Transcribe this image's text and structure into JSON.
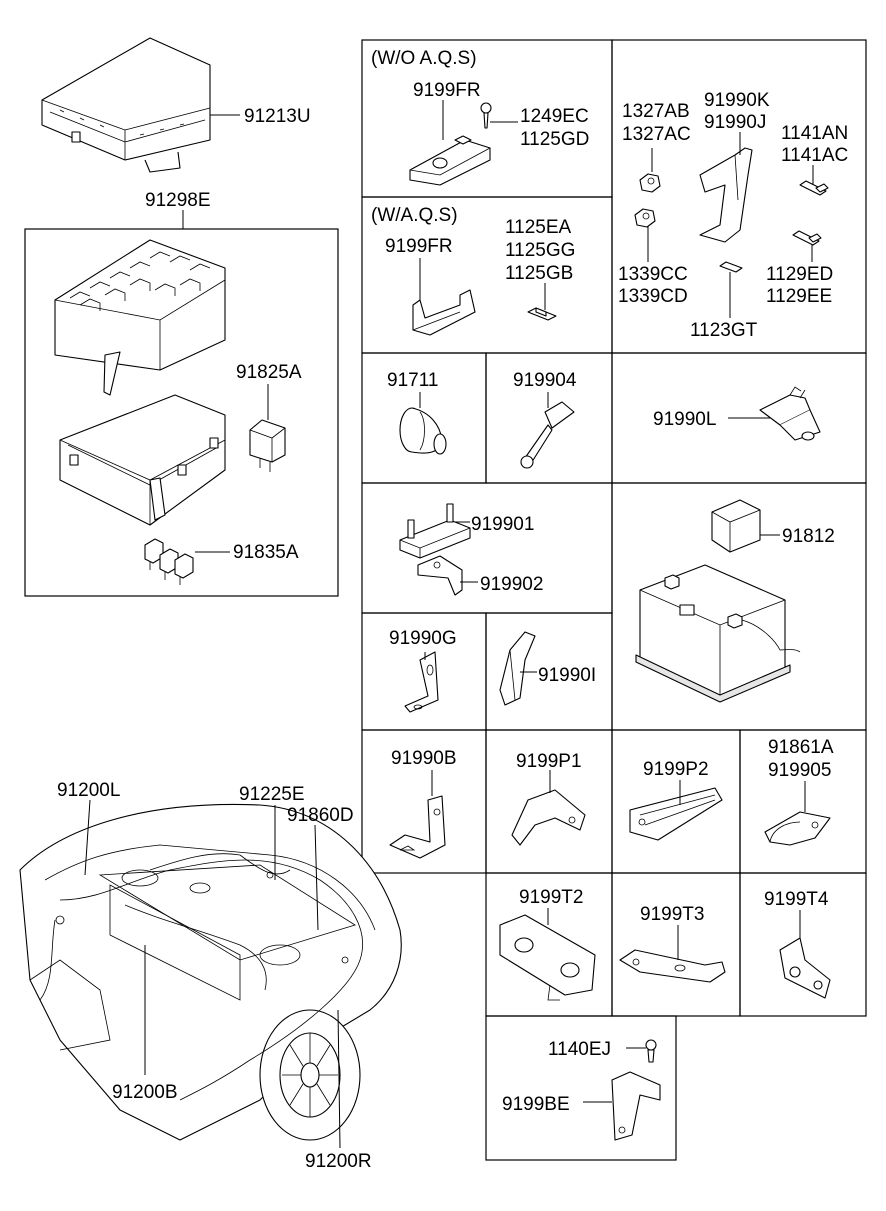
{
  "labels": {
    "p91213U": "91213U",
    "p91298E": "91298E",
    "p91825A": "91825A",
    "p91835A": "91835A",
    "wo_aqs": "(W/O A.Q.S)",
    "wo_9199FR": "9199FR",
    "p1249EC": "1249EC",
    "p1125GD": "1125GD",
    "w_aqs": "(W/A.Q.S)",
    "w_9199FR": "9199FR",
    "p1125EA": "1125EA",
    "p1125GG": "1125GG",
    "p1125GB": "1125GB",
    "p1327AB": "1327AB",
    "p1327AC": "1327AC",
    "p91990K": "91990K",
    "p91990J": "91990J",
    "p1141AN": "1141AN",
    "p1141AC": "1141AC",
    "p1339CC": "1339CC",
    "p1339CD": "1339CD",
    "p1129ED": "1129ED",
    "p1129EE": "1129EE",
    "p1123GT": "1123GT",
    "p91711": "91711",
    "p919904": "919904",
    "p91990L": "91990L",
    "p919901": "919901",
    "p919902": "919902",
    "p91812": "91812",
    "p91990G": "91990G",
    "p91990I": "91990I",
    "p91990B": "91990B",
    "p9199P1": "9199P1",
    "p9199P2": "9199P2",
    "p91861A": "91861A",
    "p919905": "919905",
    "p9199T2": "9199T2",
    "p9199T3": "9199T3",
    "p9199T4": "9199T4",
    "p1140EJ": "1140EJ",
    "p9199BE": "9199BE",
    "p91200L": "91200L",
    "p91225E": "91225E",
    "p91860D": "91860D",
    "p91200B": "91200B",
    "p91200R": "91200R"
  }
}
